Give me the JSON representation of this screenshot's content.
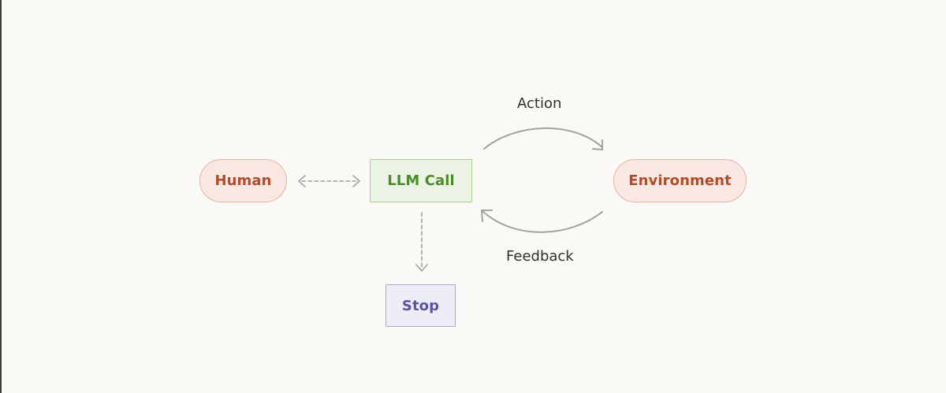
{
  "diagram": {
    "nodes": {
      "human": "Human",
      "llm_call": "LLM Call",
      "environment": "Environment",
      "stop": "Stop"
    },
    "edges": {
      "action": "Action",
      "feedback": "Feedback"
    },
    "colors": {
      "background": "#faf9f5",
      "arrow": "#a3a29c",
      "human_fill": "#f9e7e2",
      "human_text": "#b24a2c",
      "llm_fill": "#ebf4e4",
      "llm_text": "#4c8a2a",
      "stop_fill": "#eeedf7",
      "stop_text": "#5a54a3"
    }
  }
}
